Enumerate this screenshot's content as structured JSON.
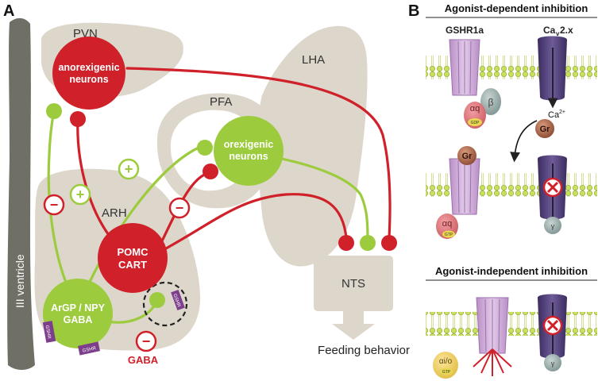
{
  "panel_a": {
    "letter": "A",
    "regions": {
      "ventricle": "III ventricle",
      "pvn": "PVN",
      "arh": "ARH",
      "pfa": "PFA",
      "lha": "LHA",
      "nts": "NTS"
    },
    "neurons": {
      "anorexigenic_line1": "anorexigenic",
      "anorexigenic_line2": "neurons",
      "orexigenic_line1": "orexigenic",
      "orexigenic_line2": "neurons",
      "pomc": "POMC",
      "cart": "CART",
      "agrp_line1": "ArGP / NPY",
      "agrp_line2": "GABA"
    },
    "receptor_tag": "GSHR",
    "gaba_label": "GABA",
    "output_label": "Feeding behavior",
    "symbols": {
      "minus": "−",
      "plus": "+"
    }
  },
  "panel_b": {
    "letter": "B",
    "section1_title": "Agonist-dependent inhibition",
    "section2_title": "Agonist-independent inhibition",
    "receptor_label": "GSHR1a",
    "channel_label_main": "Ca",
    "channel_label_sub": "v",
    "channel_label_suffix": "2.x",
    "calcium_label": "Ca",
    "calcium_charge": "2+",
    "ghrelin": "Gr",
    "g_alpha_q": "αq",
    "g_beta": "β",
    "g_gamma": "γ",
    "g_alpha_io": "αi/o",
    "gdp": "GDP",
    "gtp": "GTP"
  },
  "colors": {
    "region": "#ddd7cb",
    "ventricle": "#6f6f66",
    "red": "#d0202a",
    "green": "#9ccb3d",
    "receptor_purple": "#c7a4d0",
    "channel_purple": "#4f3d78",
    "membrane_green": "#c2dd5a"
  }
}
